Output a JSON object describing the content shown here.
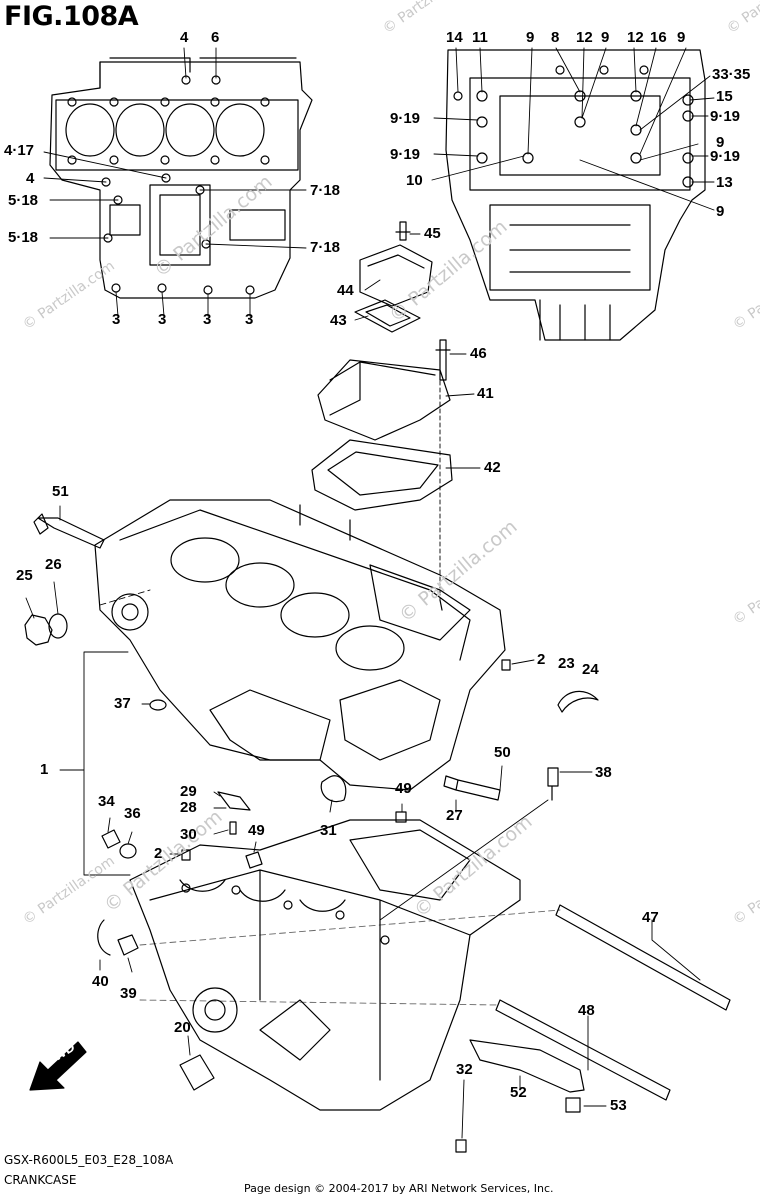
{
  "figure": {
    "title": "FIG.108A",
    "model_code": "GSX-R600L5_E03_E28_108A",
    "section": "CRANKCASE",
    "copyright": "Page design © 2004-2017 by ARI Network Services, Inc.",
    "watermark": "© Partzilla.com",
    "fwd_label": "FWD"
  },
  "callouts": [
    "4",
    "6",
    "4·17",
    "4",
    "5·18",
    "5·18",
    "7·18",
    "7·18",
    "3",
    "3",
    "3",
    "3",
    "14",
    "11",
    "9",
    "8",
    "12",
    "9",
    "12",
    "16",
    "9",
    "33·35",
    "15",
    "9·19",
    "9·19",
    "9·19",
    "9·19",
    "9",
    "10",
    "13",
    "9",
    "45",
    "44",
    "43",
    "46",
    "41",
    "42",
    "51",
    "25",
    "26",
    "2",
    "23",
    "24",
    "37",
    "1",
    "50",
    "38",
    "29",
    "28",
    "49",
    "34",
    "36",
    "30",
    "49",
    "2",
    "31",
    "27",
    "47",
    "40",
    "39",
    "48",
    "20",
    "32",
    "52",
    "53"
  ]
}
